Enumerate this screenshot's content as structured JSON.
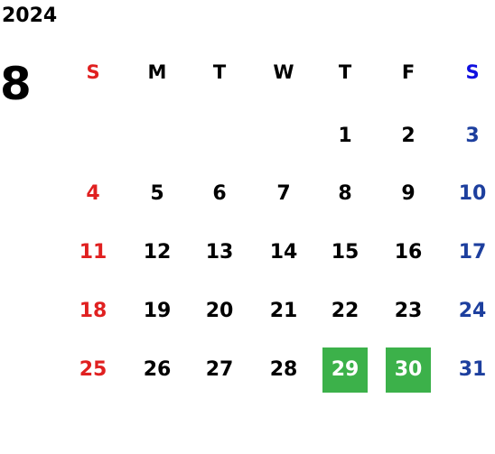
{
  "calendar": {
    "year": "2024",
    "month": "8",
    "weekdays": [
      "S",
      "M",
      "T",
      "W",
      "T",
      "F",
      "S"
    ],
    "highlight_color": "#3cb14a",
    "sunday_color": "#e02020",
    "saturday_color": "#1d3f9e",
    "weeks": [
      [
        "",
        "",
        "",
        "",
        "1",
        "2",
        "3"
      ],
      [
        "4",
        "5",
        "6",
        "7",
        "8",
        "9",
        "10"
      ],
      [
        "11",
        "12",
        "13",
        "14",
        "15",
        "16",
        "17"
      ],
      [
        "18",
        "19",
        "20",
        "21",
        "22",
        "23",
        "24"
      ],
      [
        "25",
        "26",
        "27",
        "28",
        "29",
        "30",
        "31"
      ]
    ],
    "highlighted_days": [
      "29",
      "30"
    ]
  }
}
